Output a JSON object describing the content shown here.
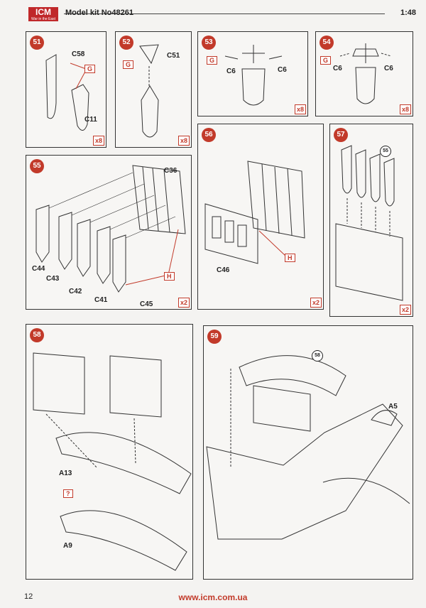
{
  "header": {
    "logo_text": "ICM",
    "logo_tagline": "War in the East",
    "kit_label": "Model kit No48261",
    "scale": "1:48"
  },
  "steps": [
    {
      "number": "51",
      "multiplier": "x8",
      "labels": [
        "C58",
        "C11"
      ],
      "tag": "G"
    },
    {
      "number": "52",
      "multiplier": "x8",
      "labels": [
        "C51"
      ],
      "tag": "G"
    },
    {
      "number": "53",
      "multiplier": "x8",
      "labels": [
        "C6",
        "C6"
      ],
      "tag": "G"
    },
    {
      "number": "54",
      "multiplier": "x8",
      "labels": [
        "C6",
        "C6"
      ],
      "tag": "G"
    },
    {
      "number": "55",
      "multiplier": "x2",
      "labels": [
        "C36",
        "C44",
        "C43",
        "C42",
        "C41",
        "C45"
      ],
      "tag": "H"
    },
    {
      "number": "56",
      "multiplier": "x2",
      "labels": [
        "C46"
      ],
      "tag": "H"
    },
    {
      "number": "57",
      "multiplier": "x2",
      "ref": "55"
    },
    {
      "number": "58",
      "labels": [
        "A13",
        "A9"
      ],
      "tag": "?"
    },
    {
      "number": "59",
      "labels": [
        "A5"
      ],
      "ref": "58"
    }
  ],
  "footer": {
    "page_number": "12",
    "url": "www.icm.com.ua"
  },
  "colors": {
    "accent": "#c23a2a",
    "line": "#333333"
  }
}
